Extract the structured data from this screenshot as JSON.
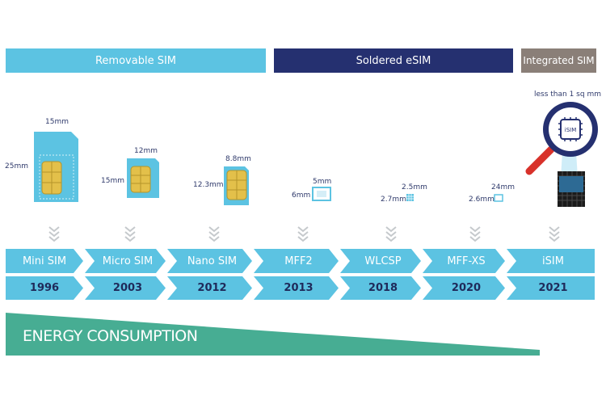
{
  "categories": [
    {
      "label": "Removable SIM",
      "color": "#5cc3e2"
    },
    {
      "label": "Soldered eSIM",
      "color": "#253070"
    },
    {
      "label": "Integrated SIM",
      "color": "#8a7f78"
    }
  ],
  "timeline": [
    {
      "name": "Mini SIM",
      "year": "1996"
    },
    {
      "name": "Micro SIM",
      "year": "2003"
    },
    {
      "name": "Nano SIM",
      "year": "2012"
    },
    {
      "name": "MFF2",
      "year": "2013"
    },
    {
      "name": "WLCSP",
      "year": "2018"
    },
    {
      "name": "MFF-XS",
      "year": "2020"
    },
    {
      "name": "iSIM",
      "year": "2021"
    }
  ],
  "dimensions": {
    "mini": {
      "width": "15mm",
      "height": "25mm"
    },
    "micro": {
      "width": "12mm",
      "height": "15mm"
    },
    "nano": {
      "width": "8.8mm",
      "height": "12.3mm"
    },
    "mff2": {
      "width": "5mm",
      "height": "6mm"
    },
    "wlcsp": {
      "width": "2.5mm",
      "height": "2.7mm"
    },
    "mffxs": {
      "width": "24mm",
      "height": "2.6mm"
    },
    "isim": {
      "size": "less than 1 sq mm",
      "chip_label": "iSIM"
    }
  },
  "energy": {
    "label": "ENERGY CONSUMPTION",
    "color": "#47ad93"
  },
  "colors": {
    "timeline_blue": "#5cc3e2",
    "year_text": "#1f2a5a",
    "chip_gold": "#e3c04a",
    "magnifier_red": "#d8312a"
  }
}
